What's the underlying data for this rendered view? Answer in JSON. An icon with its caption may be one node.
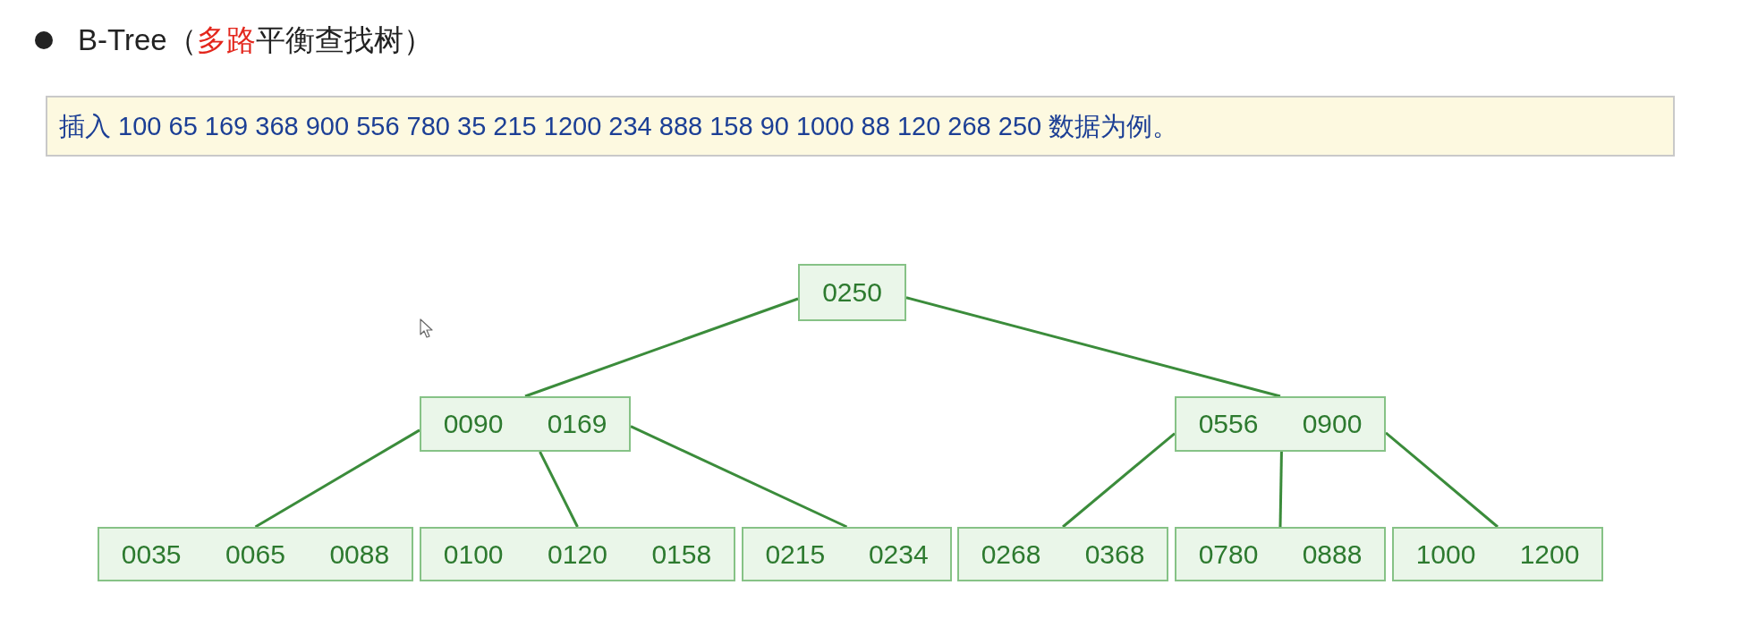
{
  "diagram": {
    "title": "B-Tree（**多路**平衡查找树）",
    "nodes": [
      {
        "text": [
          "插入 100 65 169 368 900 556 780 35 215 1200 234 888 158 90 1000 88 120 268 250 数据为例。"
        ]
      },
      {
        "text": [
          "0250"
        ]
      },
      {
        "text": [
          "0090",
          "0169"
        ]
      },
      {
        "text": [
          "0556",
          "0900"
        ]
      },
      {
        "text": [
          "0035",
          "0065",
          "0088"
        ]
      },
      {
        "text": [
          "0100",
          "0120",
          "0158"
        ]
      },
      {
        "text": [
          "0215",
          "0234"
        ]
      },
      {
        "text": [
          "0268",
          "0368"
        ]
      },
      {
        "text": [
          "0780",
          "0888"
        ]
      },
      {
        "text": [
          "1000",
          "1200"
        ]
      }
    ],
    "edges": [
      {
        "from": 1,
        "to": 2,
        "arrow": "none"
      },
      {
        "from": 1,
        "to": 3,
        "arrow": "none"
      },
      {
        "from": 2,
        "to": 4,
        "arrow": "none"
      },
      {
        "from": 2,
        "to": 5,
        "arrow": "none"
      },
      {
        "from": 2,
        "to": 6,
        "arrow": "none"
      },
      {
        "from": 3,
        "to": 7,
        "arrow": "none"
      },
      {
        "from": 3,
        "to": 8,
        "arrow": "none"
      },
      {
        "from": 3,
        "to": 9,
        "arrow": "none"
      }
    ]
  }
}
